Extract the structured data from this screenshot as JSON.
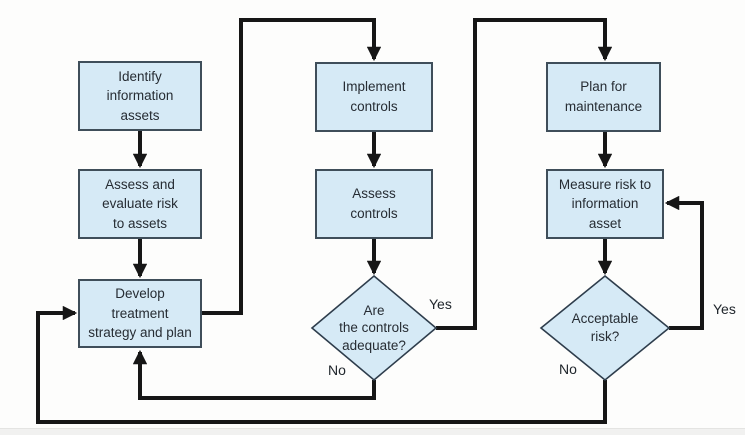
{
  "colors": {
    "background": "#fdfdfc",
    "node_fill": "#d6eaf6",
    "node_border": "#3f4e5a",
    "diamond_border": "#2e3d4c",
    "connector": "#161616",
    "text": "#262c33"
  },
  "nodes": {
    "identify": {
      "label": "Identify\ninformation\nassets"
    },
    "assess_risk": {
      "label": "Assess and\nevaluate risk\nto assets"
    },
    "develop": {
      "label": "Develop\ntreatment\nstrategy and plan"
    },
    "implement": {
      "label": "Implement\ncontrols"
    },
    "assess_controls": {
      "label": "Assess\ncontrols"
    },
    "plan": {
      "label": "Plan for\nmaintenance"
    },
    "measure": {
      "label": "Measure risk to\ninformation\nasset"
    }
  },
  "decisions": {
    "controls_adequate": {
      "label": "Are\nthe controls\nadequate?",
      "yes": "Yes",
      "no": "No"
    },
    "acceptable_risk": {
      "label": "Acceptable\nrisk?",
      "yes": "Yes",
      "no": "No"
    }
  }
}
